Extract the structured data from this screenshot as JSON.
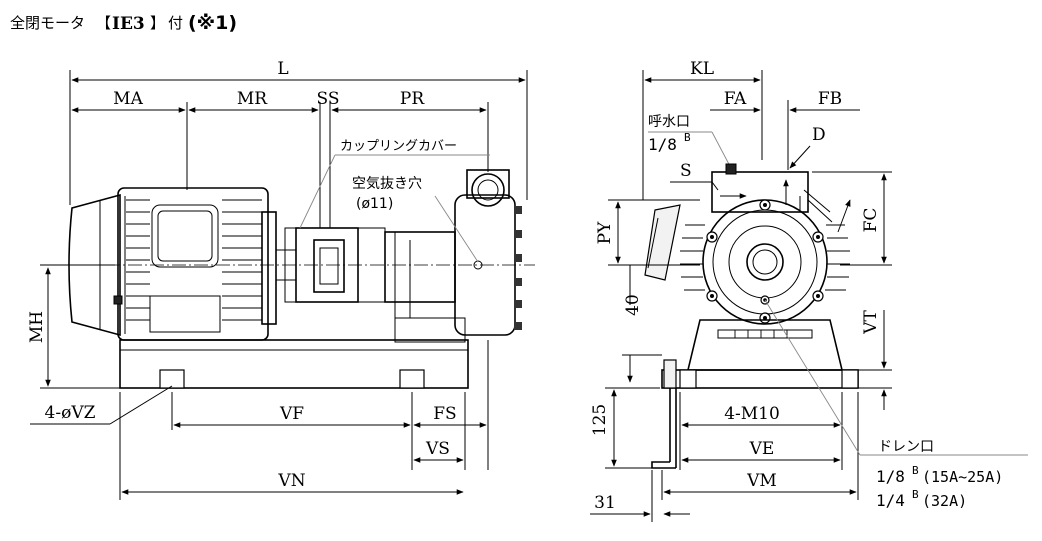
{
  "title": {
    "prefix": "全閉モータ",
    "bracket_open": "【",
    "badge": "IE3",
    "bracket_close": "】",
    "suffix": "付",
    "note": "(※1)"
  },
  "side_view": {
    "dims": {
      "L": "L",
      "MA": "MA",
      "MR": "MR",
      "SS": "SS",
      "PR": "PR",
      "MH": "MH",
      "VZ": "4-øVZ",
      "VF": "VF",
      "FS": "FS",
      "VS": "VS",
      "VN": "VN"
    },
    "callouts": {
      "coupling_cover": "カップリングカバー",
      "air_vent": "空気抜き穴",
      "air_vent_size": "(ø11)"
    }
  },
  "front_view": {
    "dims": {
      "KL": "KL",
      "FA": "FA",
      "FB": "FB",
      "D": "D",
      "S": "S",
      "PY": "PY",
      "FC": "FC",
      "VT": "VT",
      "d40": "40",
      "d125": "125",
      "M10": "4-M10",
      "VE": "VE",
      "VM": "VM",
      "d31": "31"
    },
    "callouts": {
      "priming_port": "呼水口",
      "priming_size": "1/8",
      "priming_sup": "B",
      "drain": "ドレン口",
      "drain_size_1": "1/8",
      "drain_sup_1": "B",
      "drain_range_1": "(15A~25A)",
      "drain_size_2": "1/4",
      "drain_sup_2": "B",
      "drain_range_2": "(32A)"
    }
  },
  "colors": {
    "line": "#000000",
    "paper": "#ffffff",
    "leader": "#888888"
  }
}
